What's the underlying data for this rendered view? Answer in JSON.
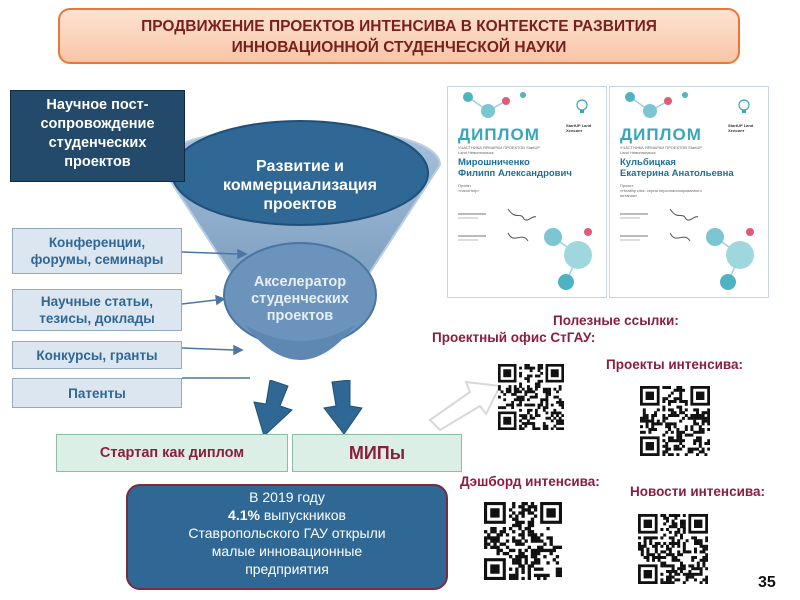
{
  "title": {
    "line1": "ПРОДВИЖЕНИЕ  ПРОЕКТОВ ИНТЕНСИВА  В КОНТЕКСТЕ РАЗВИТИЯ",
    "line2": "ИННОВАЦИОННОЙ  СТУДЕНЧЕСКОЙ НАУКИ"
  },
  "support_box": {
    "lines": [
      "Научное пост-",
      "сопровождение",
      "студенческих",
      "проектов"
    ]
  },
  "funnel": {
    "top_lines": [
      "Развитие и",
      "коммерциализация",
      "проектов"
    ],
    "middle_lines": [
      "Акселератор",
      "студенческих",
      "проектов"
    ]
  },
  "inputs": [
    {
      "lines": [
        "Конференции,",
        "форумы, семинары"
      ]
    },
    {
      "lines": [
        "Научные статьи,",
        "тезисы, доклады"
      ]
    },
    {
      "lines": [
        "Конкурсы, гранты"
      ]
    },
    {
      "lines": [
        "Патенты"
      ]
    }
  ],
  "outputs": {
    "startup": "Стартап  как диплом",
    "mip": "МИПы"
  },
  "stat": {
    "line1": "В 2019 году",
    "percent": "4.1%",
    "line2_rest": " выпускников",
    "line3": "Ставропольского ГАУ открыли",
    "line4": "малые  инновационные",
    "line5": "предприятия"
  },
  "links": {
    "header": "Полезные ссылки:",
    "office": "Проектный офис СтГАУ:",
    "projects": "Проекты интенсива:",
    "dashboard": "Дэшборд интенсива:",
    "news": "Новости интенсива:"
  },
  "diplomas": [
    {
      "word": "ДИПЛОМ",
      "subtitle": "УЧАСТНИКА ЯРМАРКИ ПРОЕКТОВ StartUP Land Невинномыск",
      "brand": "StartUP Land Хелсинт",
      "name_line1": "Мирошниченко",
      "name_line2": "Филипп Александрович",
      "project_label": "Проект",
      "project": "«nanoHelp»"
    },
    {
      "word": "ДИПЛОМ",
      "subtitle": "УЧАСТНИКА ЯРМАРКИ ПРОЕКТОВ StartUP Land Невинномыск",
      "brand": "StartUP Land Хелсинт",
      "name_line1": "Кульбицкая",
      "name_line2": "Екатерина Анатольевна",
      "project_label": "Проект",
      "project": "«Healthy click: серия персонализированного питания»"
    }
  ],
  "page_number": "35",
  "colors": {
    "accent_orange": "#e9763a",
    "navy": "#234a6b",
    "blue": "#2f6795",
    "maroon": "#8b1e3f",
    "teal": "#37a7b7"
  }
}
